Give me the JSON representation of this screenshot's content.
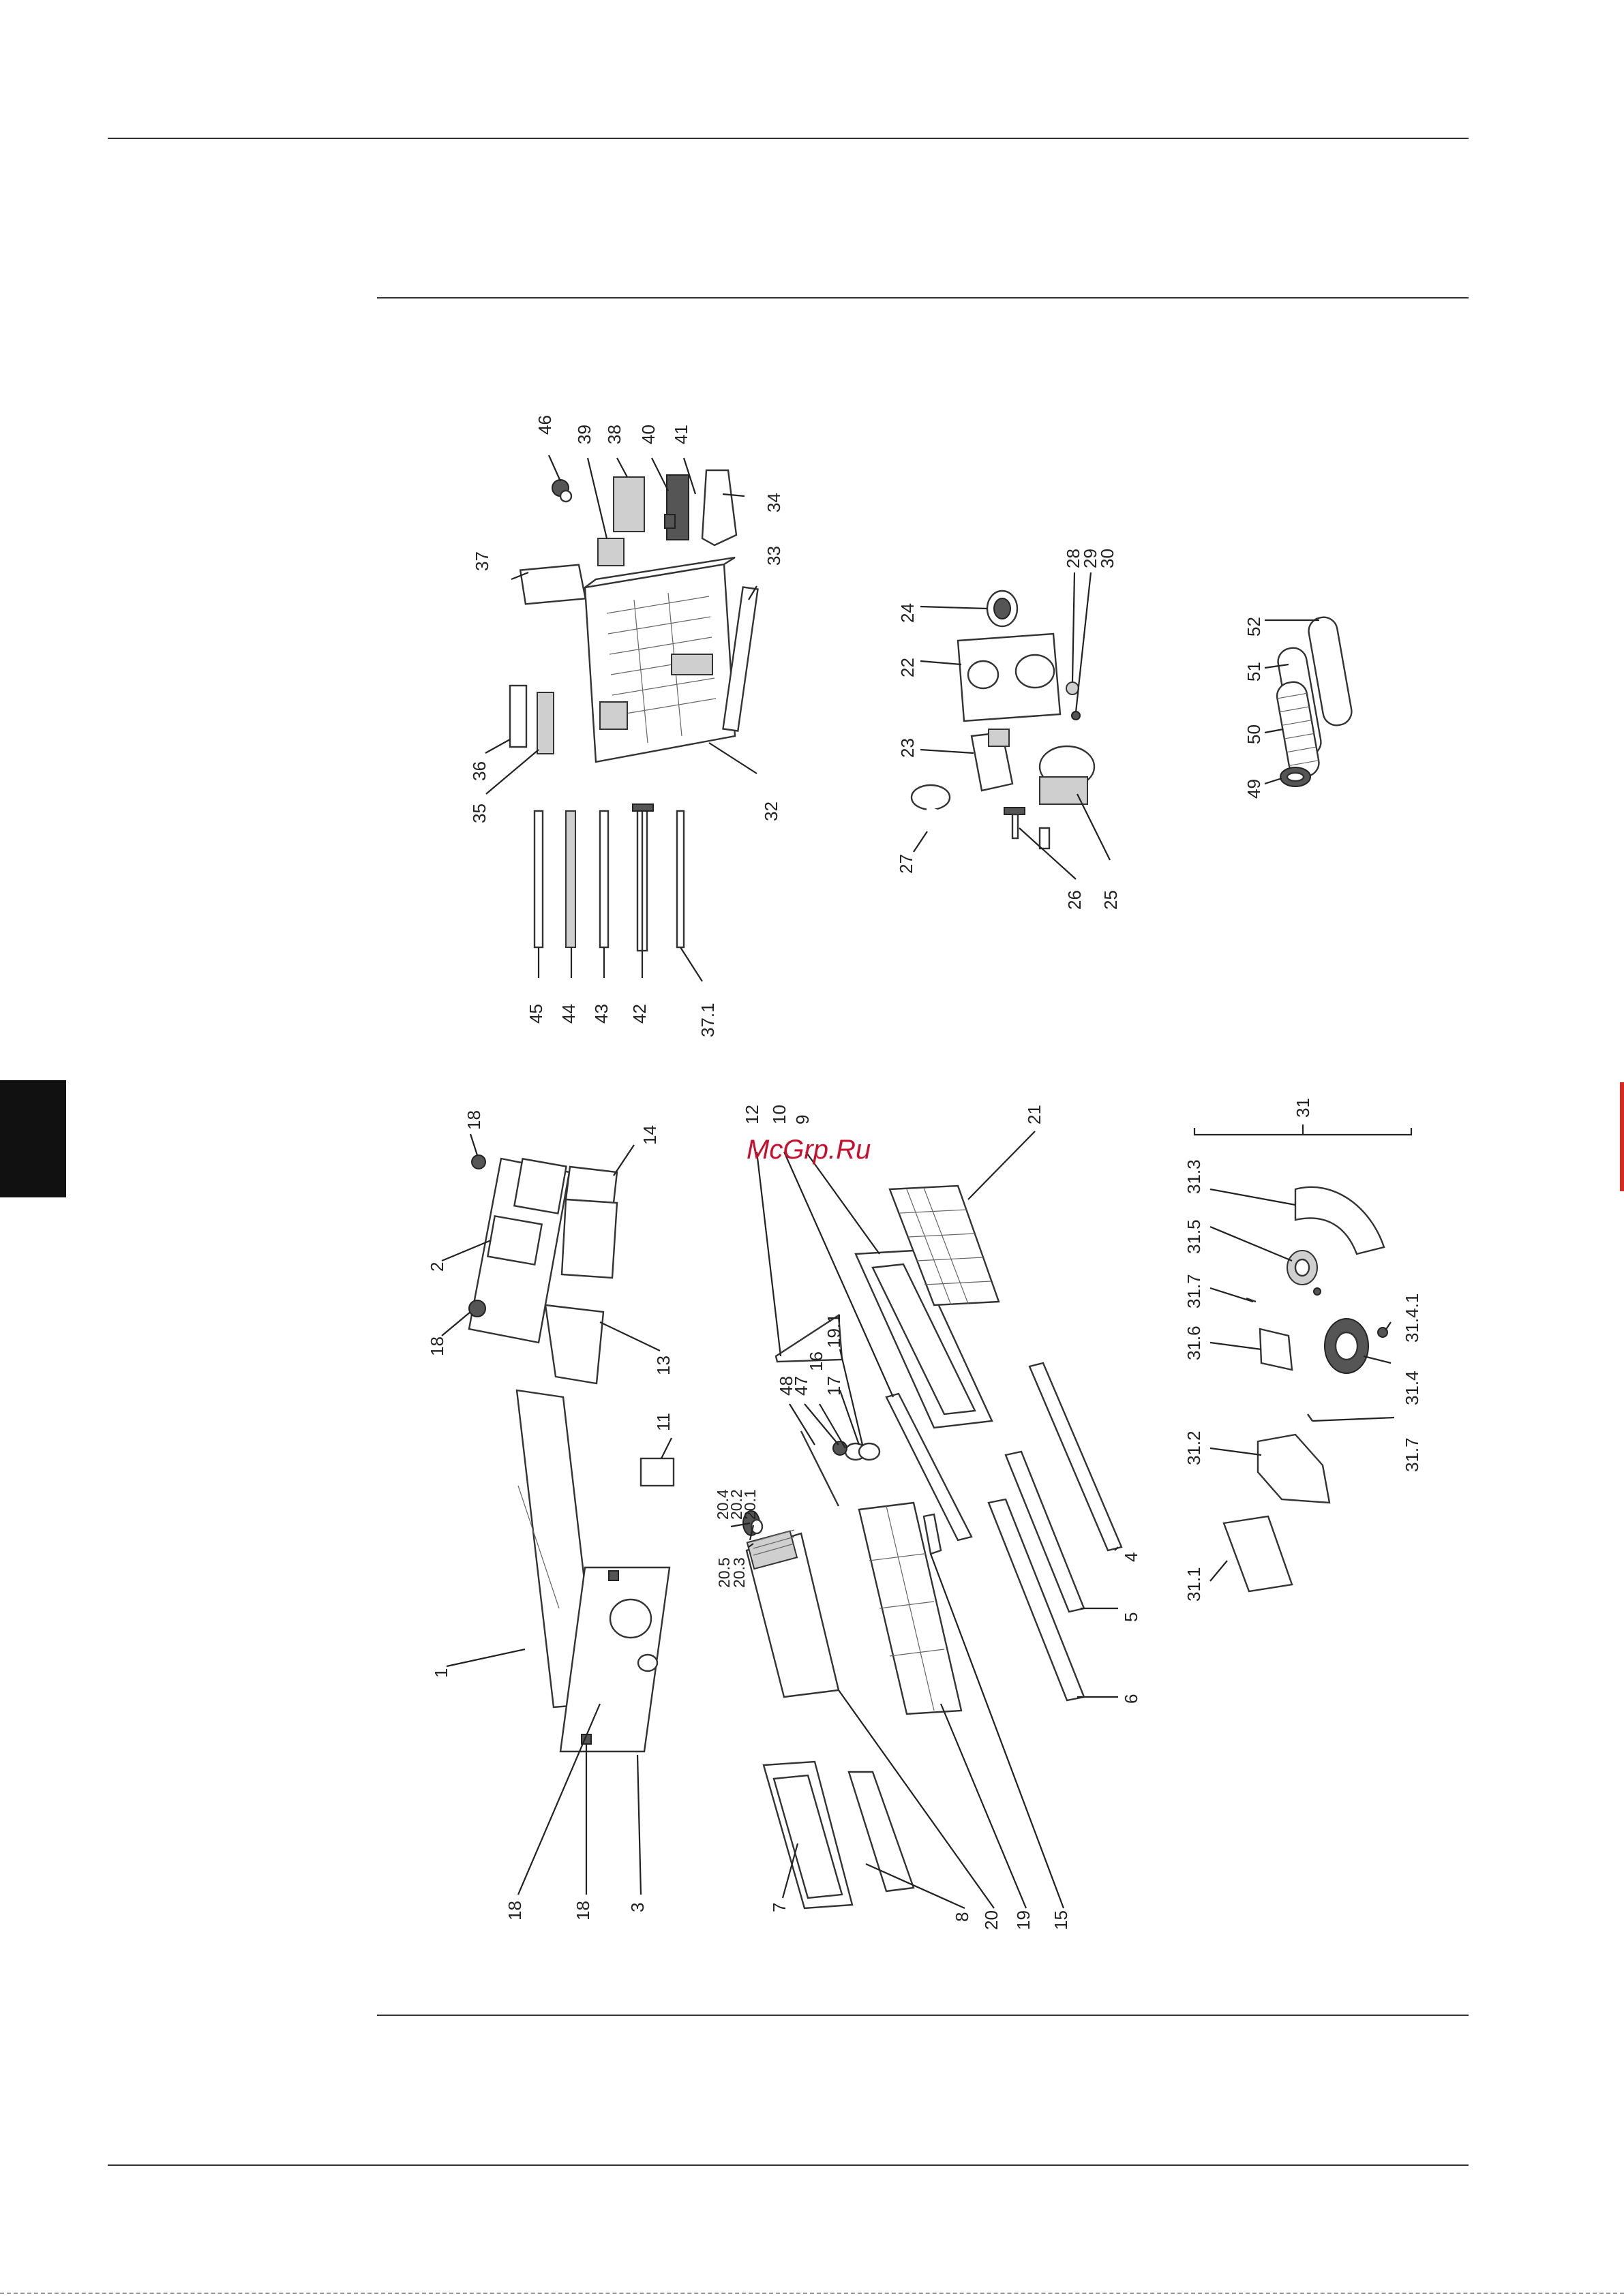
{
  "watermark": "McGrp.Ru",
  "upper_left_labels": {
    "p46": "46",
    "p39": "39",
    "p38": "38",
    "p40": "40",
    "p41": "41",
    "p37": "37",
    "p34": "34",
    "p33": "33",
    "p36": "36",
    "p35": "35",
    "p32": "32",
    "p45": "45",
    "p44": "44",
    "p43": "43",
    "p42": "42",
    "p37_1": "37.1"
  },
  "upper_right_labels": {
    "p24": "24",
    "p22": "22",
    "p28": "28",
    "p29": "29",
    "p30": "30",
    "p23": "23",
    "p27": "27",
    "p26": "26",
    "p25": "25",
    "p52": "52",
    "p51": "51",
    "p50": "50",
    "p49": "49"
  },
  "lower_labels": {
    "p18a": "18",
    "p14": "14",
    "p2": "2",
    "p18b": "18",
    "p13": "13",
    "p12": "12",
    "p10": "10",
    "p9": "9",
    "p21": "21",
    "p11": "11",
    "p48": "48",
    "p47": "47",
    "p16": "16",
    "p19_1": "19.1",
    "p17": "17",
    "p20_4": "20.4",
    "p20_2": "20.2",
    "p20_1": "20.1",
    "p20_5": "20.5",
    "p20_3": "20.3",
    "p1": "1",
    "p18c": "18",
    "p18d": "18",
    "p3": "3",
    "p7": "7",
    "p8": "8",
    "p20": "20",
    "p19": "19",
    "p15": "15",
    "p4": "4",
    "p5": "5",
    "p6": "6"
  },
  "group31_labels": {
    "p31": "31",
    "p31_3": "31.3",
    "p31_5": "31.5",
    "p31_7a": "31.7",
    "p31_6": "31.6",
    "p31_4_1": "31.4.1",
    "p31_4": "31.4",
    "p31_2": "31.2",
    "p31_7b": "31.7",
    "p31_1": "31.1"
  }
}
